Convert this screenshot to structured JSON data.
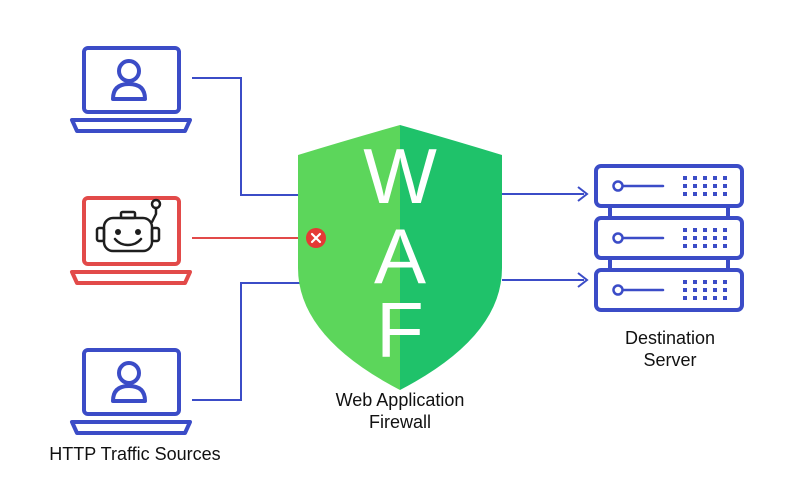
{
  "waf": {
    "letters": [
      "W",
      "A",
      "F"
    ],
    "caption_line1": "Web Application",
    "caption_line2": "Firewall"
  },
  "sources": {
    "caption": "HTTP Traffic Sources"
  },
  "server": {
    "caption_line1": "Destination",
    "caption_line2": "Server"
  },
  "colors": {
    "blue": "#3b4cc7",
    "red": "#e24a49",
    "shield_light": "#5cd65b",
    "shield_dark": "#1fc26a",
    "block_marker": "#e53935"
  },
  "icons": {
    "legit_source": "user-laptop-icon",
    "bot_source": "bot-laptop-icon",
    "blocked": "blocked-x-icon",
    "server": "server-rack-icon"
  }
}
